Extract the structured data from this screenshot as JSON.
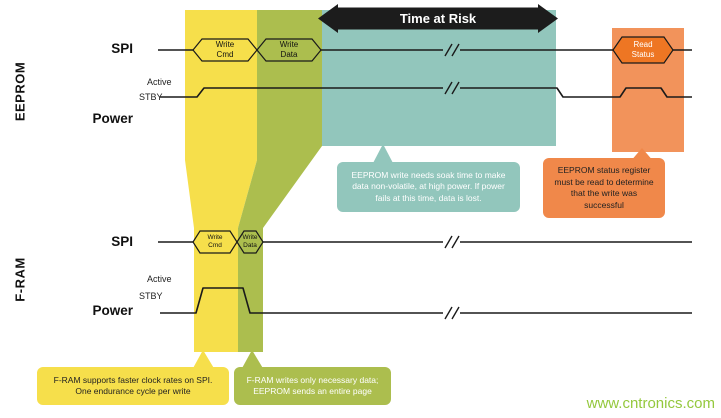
{
  "title_arrow": "Time at Risk",
  "watermark": "www.cntronics.com",
  "eeprom": {
    "section": "EEPROM",
    "spi": "SPI",
    "power": "Power",
    "active": "Active",
    "stby": "STBY",
    "write_cmd": "Write Cmd",
    "write_data": "Write Data",
    "read_status": "Read Status"
  },
  "fram": {
    "section": "F-RAM",
    "spi": "SPI",
    "power": "Power",
    "active": "Active",
    "stby": "STBY",
    "write_cmd": "Write Cmd",
    "write_data": "Write Data"
  },
  "callouts": {
    "soak_time": "EEPROM write needs soak time to make data non-volatile, at high power. If power fails at this time, data is lost.",
    "status_register": "EEPROM status register must be read to determine that the write was successful",
    "fram_speed": "F-RAM supports faster clock rates on SPI. One endurance cycle per write",
    "fram_efficiency": "F-RAM writes only necessary data; EEPROM sends an entire page"
  },
  "colors": {
    "yellow": "#F6DF4B",
    "olive": "#ACBE4E",
    "teal": "#92C6BC",
    "orange-band": "#F2935B",
    "orange-deep": "#EE7623",
    "orange-callout": "#F0884A",
    "arrow-black": "#1C1C1C",
    "line": "#1A1A1A",
    "watermark-green": "#94C83D"
  }
}
